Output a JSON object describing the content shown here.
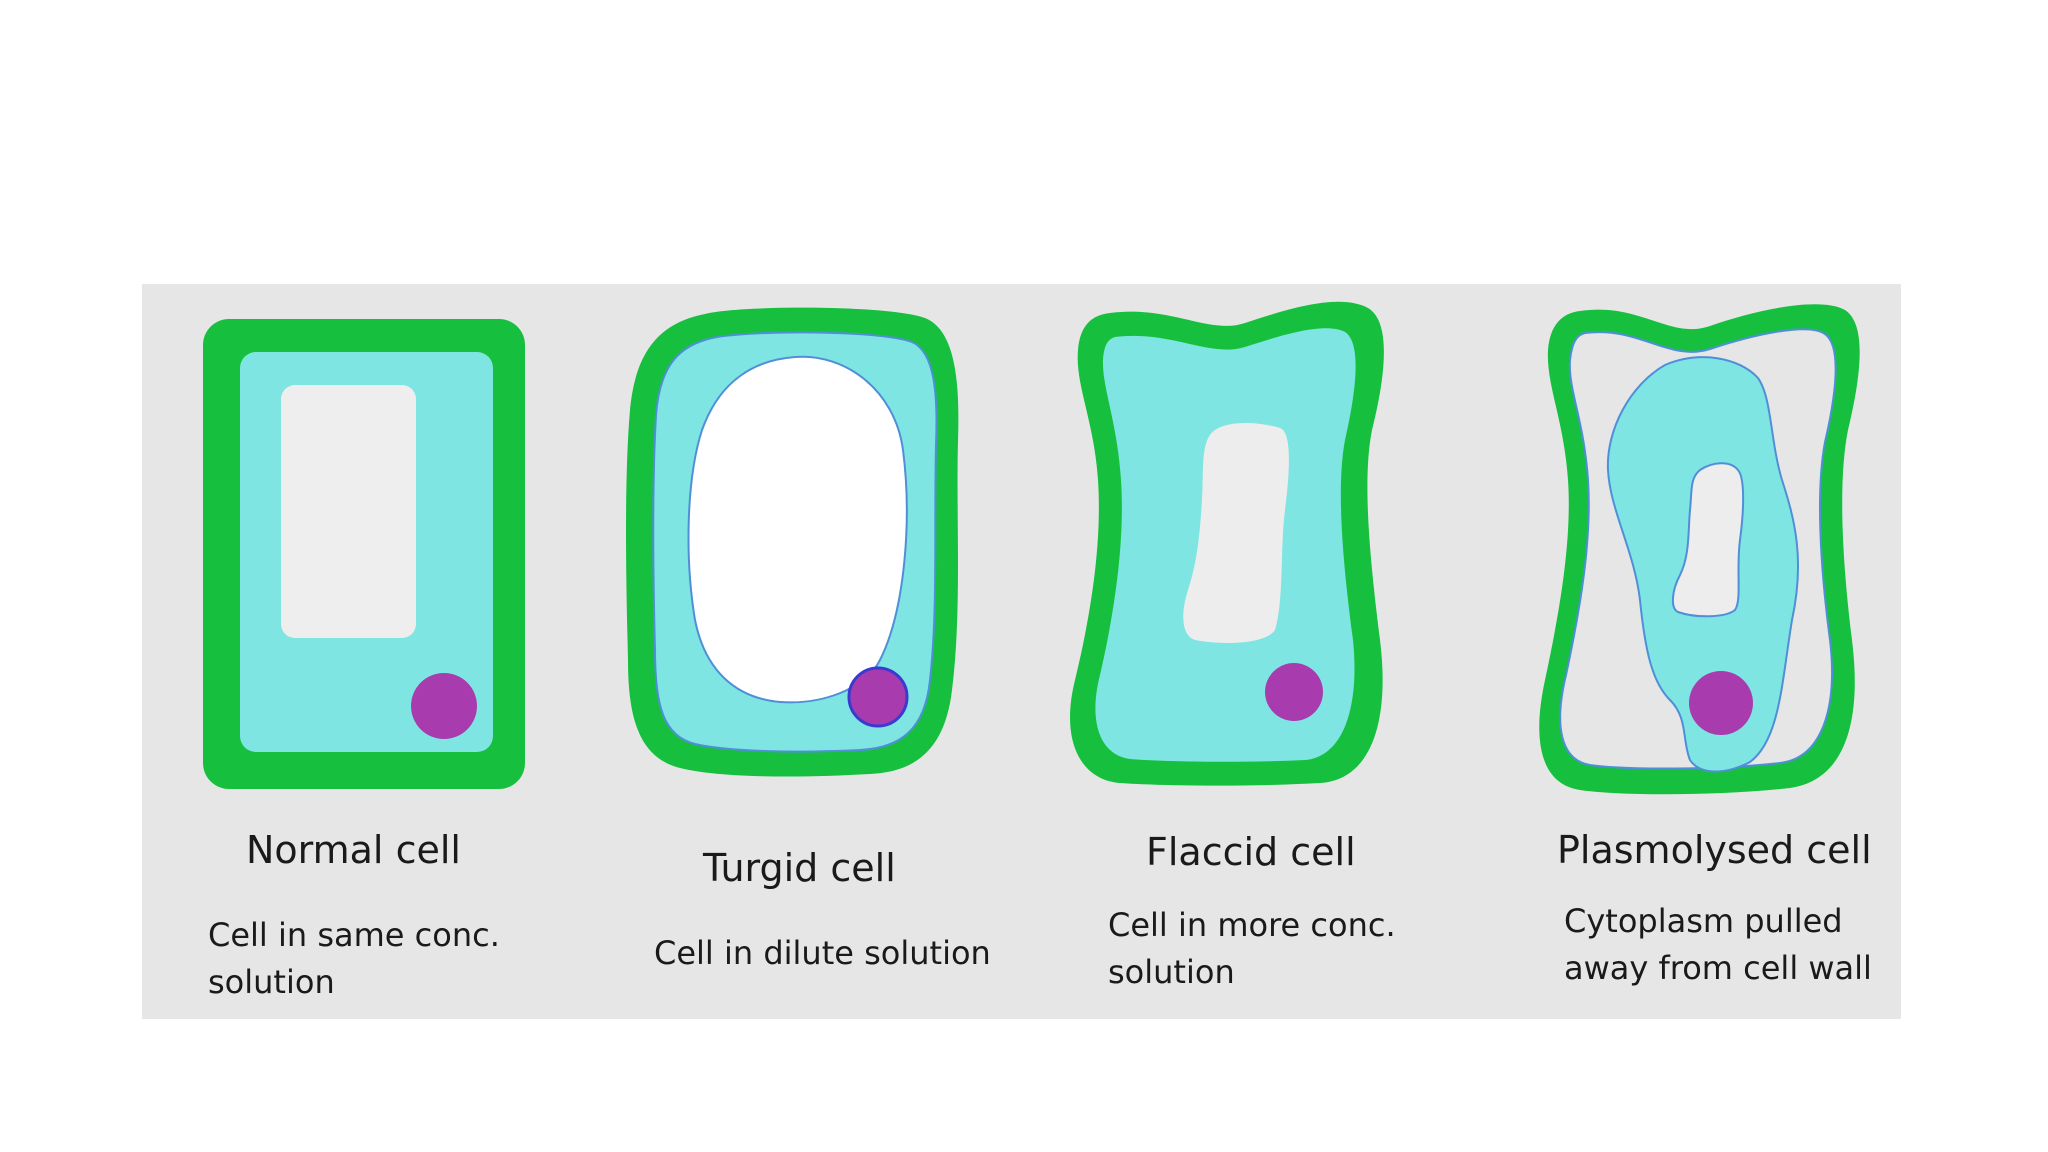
{
  "colors": {
    "panel_background": "#e6e6e6",
    "cell_wall": "#16c03e",
    "cytoplasm": "#7fe5e3",
    "vacuole": "#f0f0f0",
    "nucleus": "#a83cae",
    "membrane": "#4f8fd8"
  },
  "cells": [
    {
      "title": "Normal cell",
      "description_lines": [
        "Cell in same conc.",
        "solution"
      ]
    },
    {
      "title": "Turgid cell",
      "description_lines": [
        "Cell in dilute solution"
      ]
    },
    {
      "title": "Flaccid cell",
      "description_lines": [
        "Cell in more conc.",
        "solution"
      ]
    },
    {
      "title": "Plasmolysed cell",
      "description_lines": [
        "Cytoplasm pulled",
        "away from cell wall"
      ]
    }
  ]
}
